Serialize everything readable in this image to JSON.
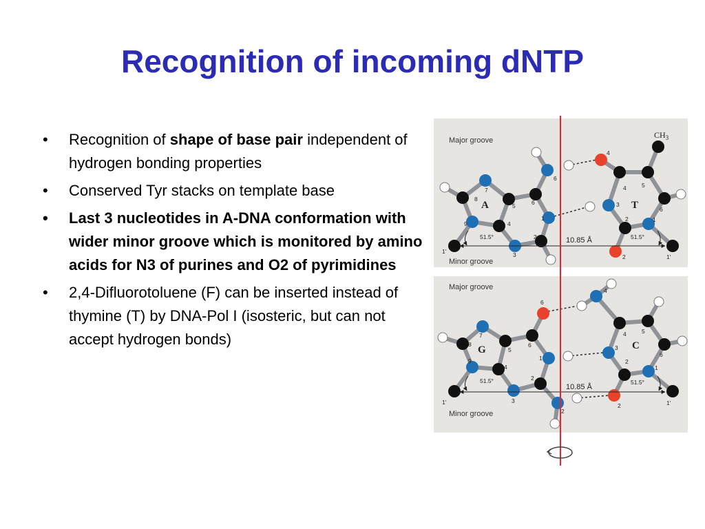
{
  "slide": {
    "title": "Recognition of incoming dNTP",
    "bullets": [
      {
        "pre": "Recognition of ",
        "bold": "shape of base pair",
        "post": " independent of hydrogen bonding properties"
      },
      {
        "text": "Conserved Tyr stacks on template base"
      },
      {
        "text": "Last 3 nucleotides in A-DNA conformation with wider minor groove which is monitored by amino acids for N3 of purines and O2 of pyrimidines"
      },
      {
        "text": "2,4-Difluorotoluene (F) can be inserted instead of thymine (T) by DNA-Pol I (isosteric, but can not accept hydrogen bonds)"
      }
    ],
    "bullet_glyph": "•"
  },
  "diagram": {
    "colors": {
      "carbon": "#111111",
      "nitrogen": "#1f6fb5",
      "oxygen": "#e8422c",
      "hydrogen": "#ffffff",
      "axis": "#e0262e"
    },
    "top": {
      "major": "Major groove",
      "minor": "Minor groove",
      "left_base": "A",
      "right_base": "T",
      "methyl": "CH",
      "methyl_sub": "3",
      "angle_left": "51.5°",
      "angle_right": "51.5°",
      "distance": "10.85 Å",
      "left_prime": "1′",
      "right_prime": "1′"
    },
    "bottom": {
      "major": "Major groove",
      "minor": "Minor groove",
      "left_base": "G",
      "right_base": "C",
      "angle_left": "51.5°",
      "angle_right": "51.5°",
      "distance": "10.85 Å",
      "left_prime": "1′",
      "right_prime": "1′"
    }
  }
}
